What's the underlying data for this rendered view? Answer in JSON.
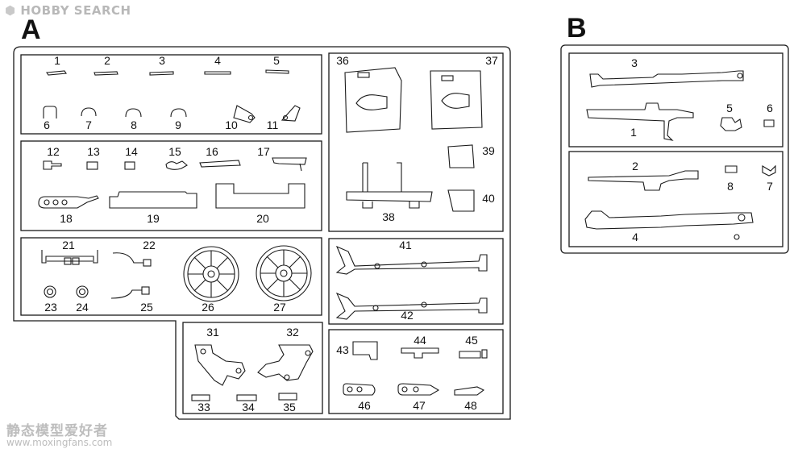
{
  "watermark_top": "HOBBY SEARCH",
  "watermark_bottom_cn": "静态模型爱好者",
  "watermark_bottom_url": "www.moxingfans.com",
  "sprue_a": {
    "letter": "A",
    "parts": [
      "1",
      "2",
      "3",
      "4",
      "5",
      "6",
      "7",
      "8",
      "9",
      "10",
      "11",
      "12",
      "13",
      "14",
      "15",
      "16",
      "17",
      "18",
      "19",
      "20",
      "21",
      "22",
      "23",
      "24",
      "25",
      "26",
      "27",
      "31",
      "32",
      "33",
      "34",
      "35",
      "36",
      "37",
      "38",
      "39",
      "40",
      "41",
      "42",
      "43",
      "44",
      "45",
      "46",
      "47",
      "48"
    ]
  },
  "sprue_b": {
    "letter": "B",
    "parts": [
      "3",
      "1",
      "5",
      "6",
      "2",
      "8",
      "7",
      "4"
    ]
  }
}
